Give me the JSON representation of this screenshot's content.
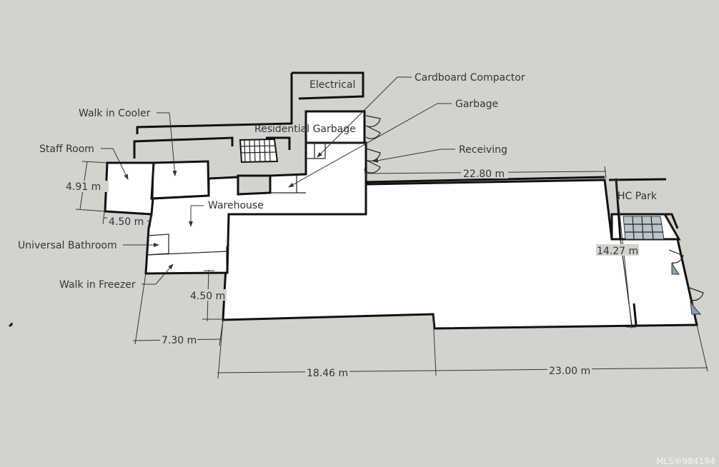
{
  "rooms": {
    "electrical": "Electrical",
    "cardboard_compactor": "Cardboard Compactor",
    "garbage": "Garbage",
    "walk_in_cooler": "Walk in Cooler",
    "residential_garbage": "Residential Garbage",
    "receiving": "Receiving",
    "staff_room": "Staff Room",
    "warehouse": "Warehouse",
    "hc_park": "HC Park",
    "universal_bathroom": "Universal Bathroom",
    "walk_in_freezer": "Walk in Freezer"
  },
  "dimensions": {
    "top_right": "22.80 m",
    "left_height": "4.91 m",
    "left_width": "4.50 m",
    "right_height": "14.27 m",
    "lower_left_height": "4.50 m",
    "lower_left_width": "7.30 m",
    "bottom_middle": "18.46 m",
    "bottom_right": "23.00 m"
  },
  "watermark": "MLS®984194"
}
